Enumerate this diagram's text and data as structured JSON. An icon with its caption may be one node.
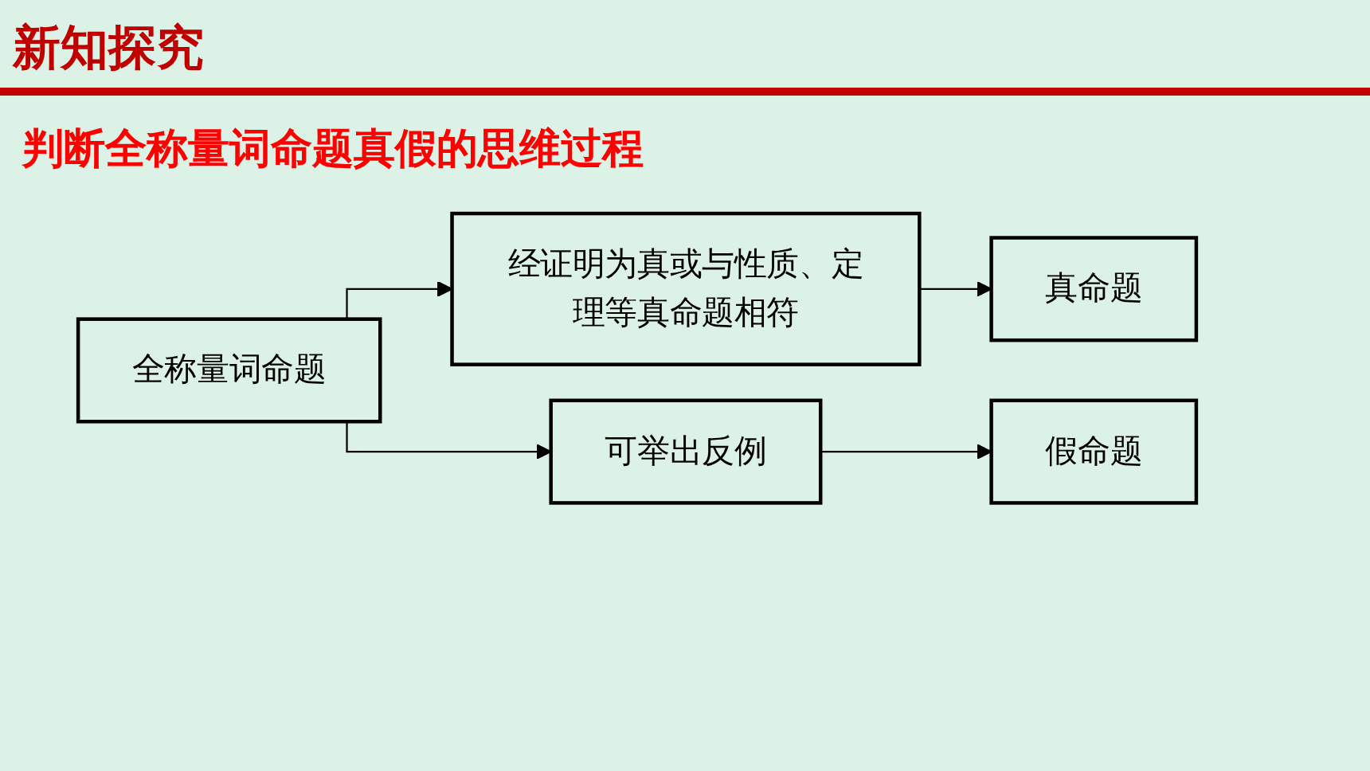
{
  "diagram": {
    "title": "新知探究",
    "nodes": [
      {
        "text": [
          "全称量词命题"
        ]
      },
      {
        "text": [
          "经证明为真或与性质、定理等真命题相符"
        ]
      },
      {
        "text": [
          "可举出反例"
        ]
      },
      {
        "text": [
          "真命题"
        ]
      },
      {
        "text": [
          "假命题"
        ]
      }
    ],
    "edges": [
      {
        "from": 0,
        "to": 1,
        "arrow": "to"
      },
      {
        "from": 0,
        "to": 2,
        "arrow": "to"
      },
      {
        "from": 1,
        "to": 3,
        "arrow": "to"
      },
      {
        "from": 2,
        "to": 4,
        "arrow": "to"
      }
    ],
    "labels": [
      "判断全称量词命题真假的思维过程"
    ]
  }
}
